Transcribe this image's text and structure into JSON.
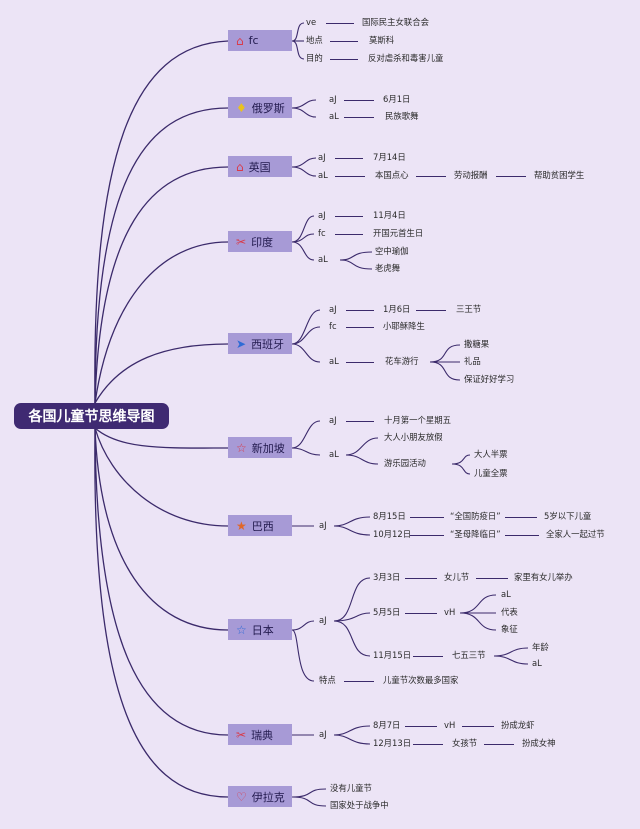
{
  "root": {
    "title": "各国儿童节思维导图"
  },
  "branches": {
    "fc": {
      "title": "fc",
      "icon": "⌂",
      "icon_name": "house-icon",
      "icon_color": "#d93b4a",
      "rows": [
        [
          "ve",
          "国际民主女联合会"
        ],
        [
          "地点",
          "莫斯科"
        ],
        [
          "目的",
          "反对虐杀和毒害儿童"
        ]
      ]
    },
    "ru": {
      "title": "俄罗斯",
      "icon": "♦",
      "icon_name": "diamond-icon",
      "icon_color": "#e9c21f",
      "a_label": "aJ",
      "a_value": "6月1日",
      "b_label": "aL",
      "b_value": "民族歌舞"
    },
    "uk": {
      "title": "英国",
      "icon": "⌂",
      "icon_name": "house-icon",
      "icon_color": "#d93b4a",
      "a_label": "aJ",
      "a_value": "7月14日",
      "b_label": "aL",
      "chain": [
        "本国点心",
        "劳动报酬",
        "帮助贫困学生"
      ]
    },
    "in": {
      "title": "印度",
      "icon": "✂",
      "icon_name": "tools-icon",
      "icon_color": "#d93b4a",
      "a_label": "aJ",
      "a_value": "11月4日",
      "b_label": "fc",
      "b_value": "开国元首生日",
      "c_label": "aL",
      "c_items": [
        "空中瑜伽",
        "老虎舞"
      ]
    },
    "es": {
      "title": "西班牙",
      "icon": "➤",
      "icon_name": "paper-plane-icon",
      "icon_color": "#2f6bd6",
      "a_label": "aJ",
      "a_value": "1月6日",
      "a_extra": "三王节",
      "b_label": "fc",
      "b_value": "小耶稣降生",
      "c_label": "aL",
      "c_value": "花车游行",
      "c_items": [
        "撒糖果",
        "礼品",
        "保证好好学习"
      ]
    },
    "sg": {
      "title": "新加坡",
      "icon": "☆",
      "icon_name": "star-outline-icon",
      "icon_color": "#d93b4a",
      "a_label": "aJ",
      "a_value": "十月第一个星期五",
      "b_label": "aL",
      "b_item1": "大人小朋友放假",
      "b_item2": "游乐园活动",
      "b_sub": [
        "大人半票",
        "儿童全票"
      ]
    },
    "br": {
      "title": "巴西",
      "icon": "★",
      "icon_name": "star-icon",
      "icon_color": "#e0672a",
      "a_label": "aJ",
      "rows": [
        [
          "8月15日",
          "“全国防疫日”",
          "5岁以下儿童"
        ],
        [
          "10月12日",
          "“圣母降临日”",
          "全家人一起过节"
        ]
      ]
    },
    "jp": {
      "title": "日本",
      "icon": "☆",
      "icon_name": "star-outline-icon",
      "icon_color": "#2f6bd6",
      "a_label": "aJ",
      "r1": [
        "3月3日",
        "女儿节",
        "家里有女儿举办"
      ],
      "r2": [
        "5月5日",
        "vH"
      ],
      "r2_sub": [
        "aL",
        "代表",
        "象征"
      ],
      "r3": [
        "11月15日",
        "七五三节"
      ],
      "r3_sub": [
        "年龄",
        "aL"
      ],
      "b_label": "特点",
      "b_value": "儿童节次数最多国家"
    },
    "se": {
      "title": "瑞典",
      "icon": "✂",
      "icon_name": "tools-icon",
      "icon_color": "#d93b4a",
      "a_label": "aJ",
      "r1": [
        "8月7日",
        "vH",
        "扮成龙虾"
      ],
      "r2": [
        "12月13日",
        "女孩节",
        "扮成女神"
      ]
    },
    "iq": {
      "title": "伊拉克",
      "icon": "♡",
      "icon_name": "heart-icon",
      "icon_color": "#d93b4a",
      "items": [
        "没有儿童节",
        "国家处于战争中"
      ]
    }
  }
}
